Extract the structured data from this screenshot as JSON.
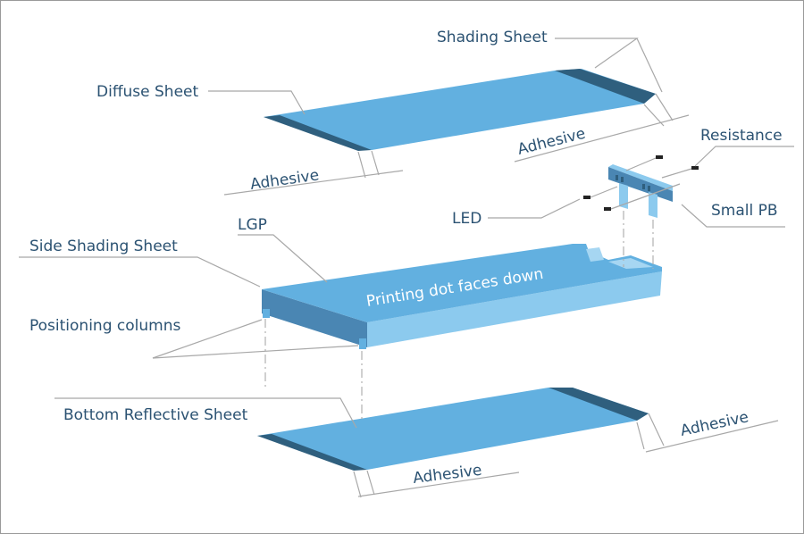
{
  "labels": {
    "shading_sheet": "Shading Sheet",
    "diffuse_sheet": "Diffuse Sheet",
    "adhesive_top_right": "Adhesive",
    "adhesive_top_left": "Adhesive",
    "resistance": "Resistance",
    "small_pb": "Small PB",
    "led": "LED",
    "lgp": "LGP",
    "side_shading_sheet": "Side Shading Sheet",
    "printing_dot": "Printing dot faces down",
    "positioning_columns": "Positioning columns",
    "bottom_reflective_sheet": "Bottom Reflective Sheet",
    "adhesive_bottom_right": "Adhesive",
    "adhesive_bottom": "Adhesive"
  },
  "colors": {
    "sheet": "#62b0e0",
    "strip": "#2f5f7e",
    "lgp_side": "#4a86b3",
    "lgp_front": "#8ccaee",
    "text": "#2b5272",
    "leader": "#a8a8a8"
  }
}
